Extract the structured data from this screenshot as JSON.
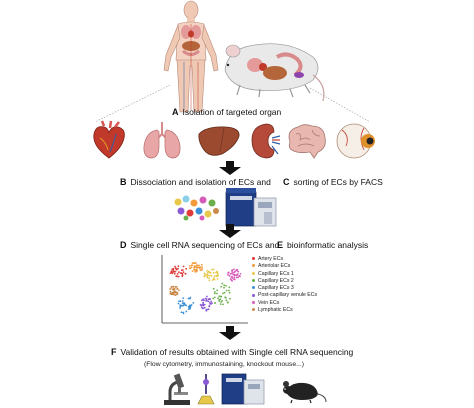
{
  "steps": [
    {
      "letter": "A",
      "text": "Isolation of targeted organ"
    },
    {
      "letter": "B",
      "text": "Dissociation and isolation of ECs and"
    },
    {
      "letter": "C",
      "text": "sorting of ECs by FACS"
    },
    {
      "letter": "D",
      "text": "Single cell RNA sequencing of ECs and"
    },
    {
      "letter": "E",
      "text": "bioinformatic analysis"
    },
    {
      "letter": "F",
      "text": "Validation of results obtained with Single cell RNA sequencing"
    }
  ],
  "validation_note": "(Flow cytometry, immunostaining, knockout mouse...)",
  "legend": [
    {
      "label": "Artery ECs",
      "color": "#e03a3a"
    },
    {
      "label": "Arteriolar ECs",
      "color": "#f29a3a"
    },
    {
      "label": "Capillary ECs 1",
      "color": "#e8c84a"
    },
    {
      "label": "Capillary ECs 2",
      "color": "#6ab04c"
    },
    {
      "label": "Capillary ECs 3",
      "color": "#3a8fd6"
    },
    {
      "label": "Post-capillary venule ECs",
      "color": "#8a5ad6"
    },
    {
      "label": "Vein ECs",
      "color": "#d65ab8"
    },
    {
      "label": "Lymphatic ECs",
      "color": "#c98a4a"
    }
  ],
  "icons": {
    "human": "human-anatomy-icon",
    "mouse": "mouse-anatomy-icon",
    "organs": [
      "heart-icon",
      "lungs-icon",
      "liver-icon",
      "kidney-icon",
      "brain-icon",
      "eye-icon"
    ],
    "facs": "facs-machine-icon",
    "cells": "dissociated-cells-icon",
    "validation": [
      "microscope-icon",
      "flow-cytometer-icon",
      "knockout-mouse-icon"
    ]
  },
  "colors": {
    "arrow": "#111111",
    "tissue_red": "#c0392b",
    "organ_pink": "#e8a0a0"
  }
}
